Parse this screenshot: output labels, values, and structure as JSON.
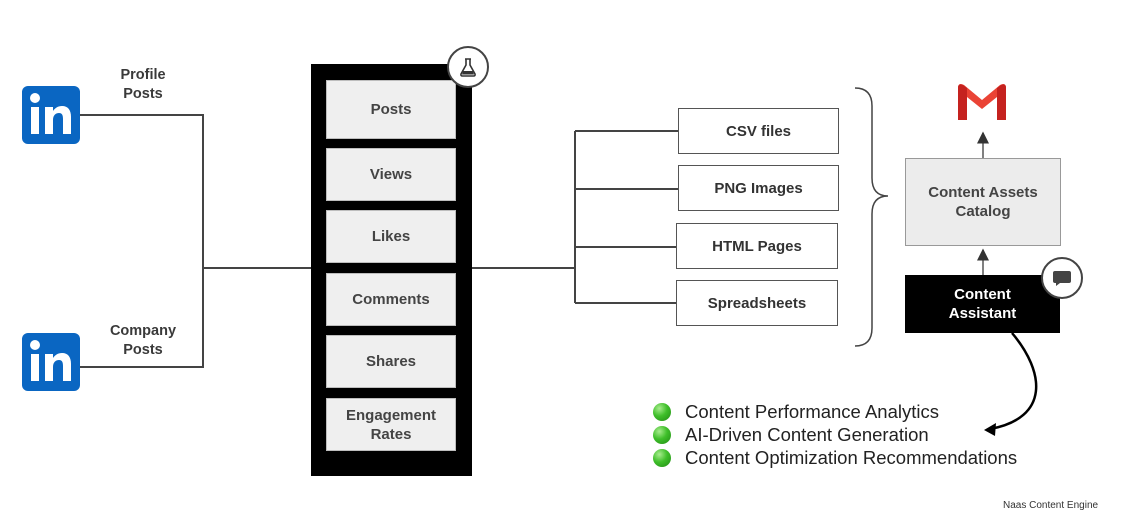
{
  "sources": {
    "profile": {
      "label_line1": "Profile",
      "label_line2": "Posts",
      "icon": "linkedin-icon"
    },
    "company": {
      "label_line1": "Company",
      "label_line2": "Posts",
      "icon": "linkedin-icon"
    }
  },
  "pipeline": {
    "badge_icon": "flask-icon",
    "metrics": [
      {
        "line1": "Posts",
        "line2": ""
      },
      {
        "line1": "Views",
        "line2": ""
      },
      {
        "line1": "Likes",
        "line2": ""
      },
      {
        "line1": "Comments",
        "line2": ""
      },
      {
        "line1": "Shares",
        "line2": ""
      },
      {
        "line1": "Engagement",
        "line2": "Rates"
      }
    ]
  },
  "outputs": [
    "CSV files",
    "PNG Images",
    "HTML Pages",
    "Spreadsheets"
  ],
  "catalog": {
    "line1": "Content Assets",
    "line2": "Catalog",
    "top_icon": "gmail-icon"
  },
  "assistant": {
    "line1": "Content",
    "line2": "Assistant",
    "badge_icon": "chat-bubble-icon"
  },
  "features": [
    "Content Performance Analytics",
    "AI-Driven Content Generation",
    "Content Optimization Recommendations"
  ],
  "footer": "Naas Content Engine",
  "colors": {
    "linkedin": "#0a66c2",
    "gmail_red": "#ea4335",
    "feature_dot": "#3fbf2a",
    "pipeline": "#000000"
  }
}
